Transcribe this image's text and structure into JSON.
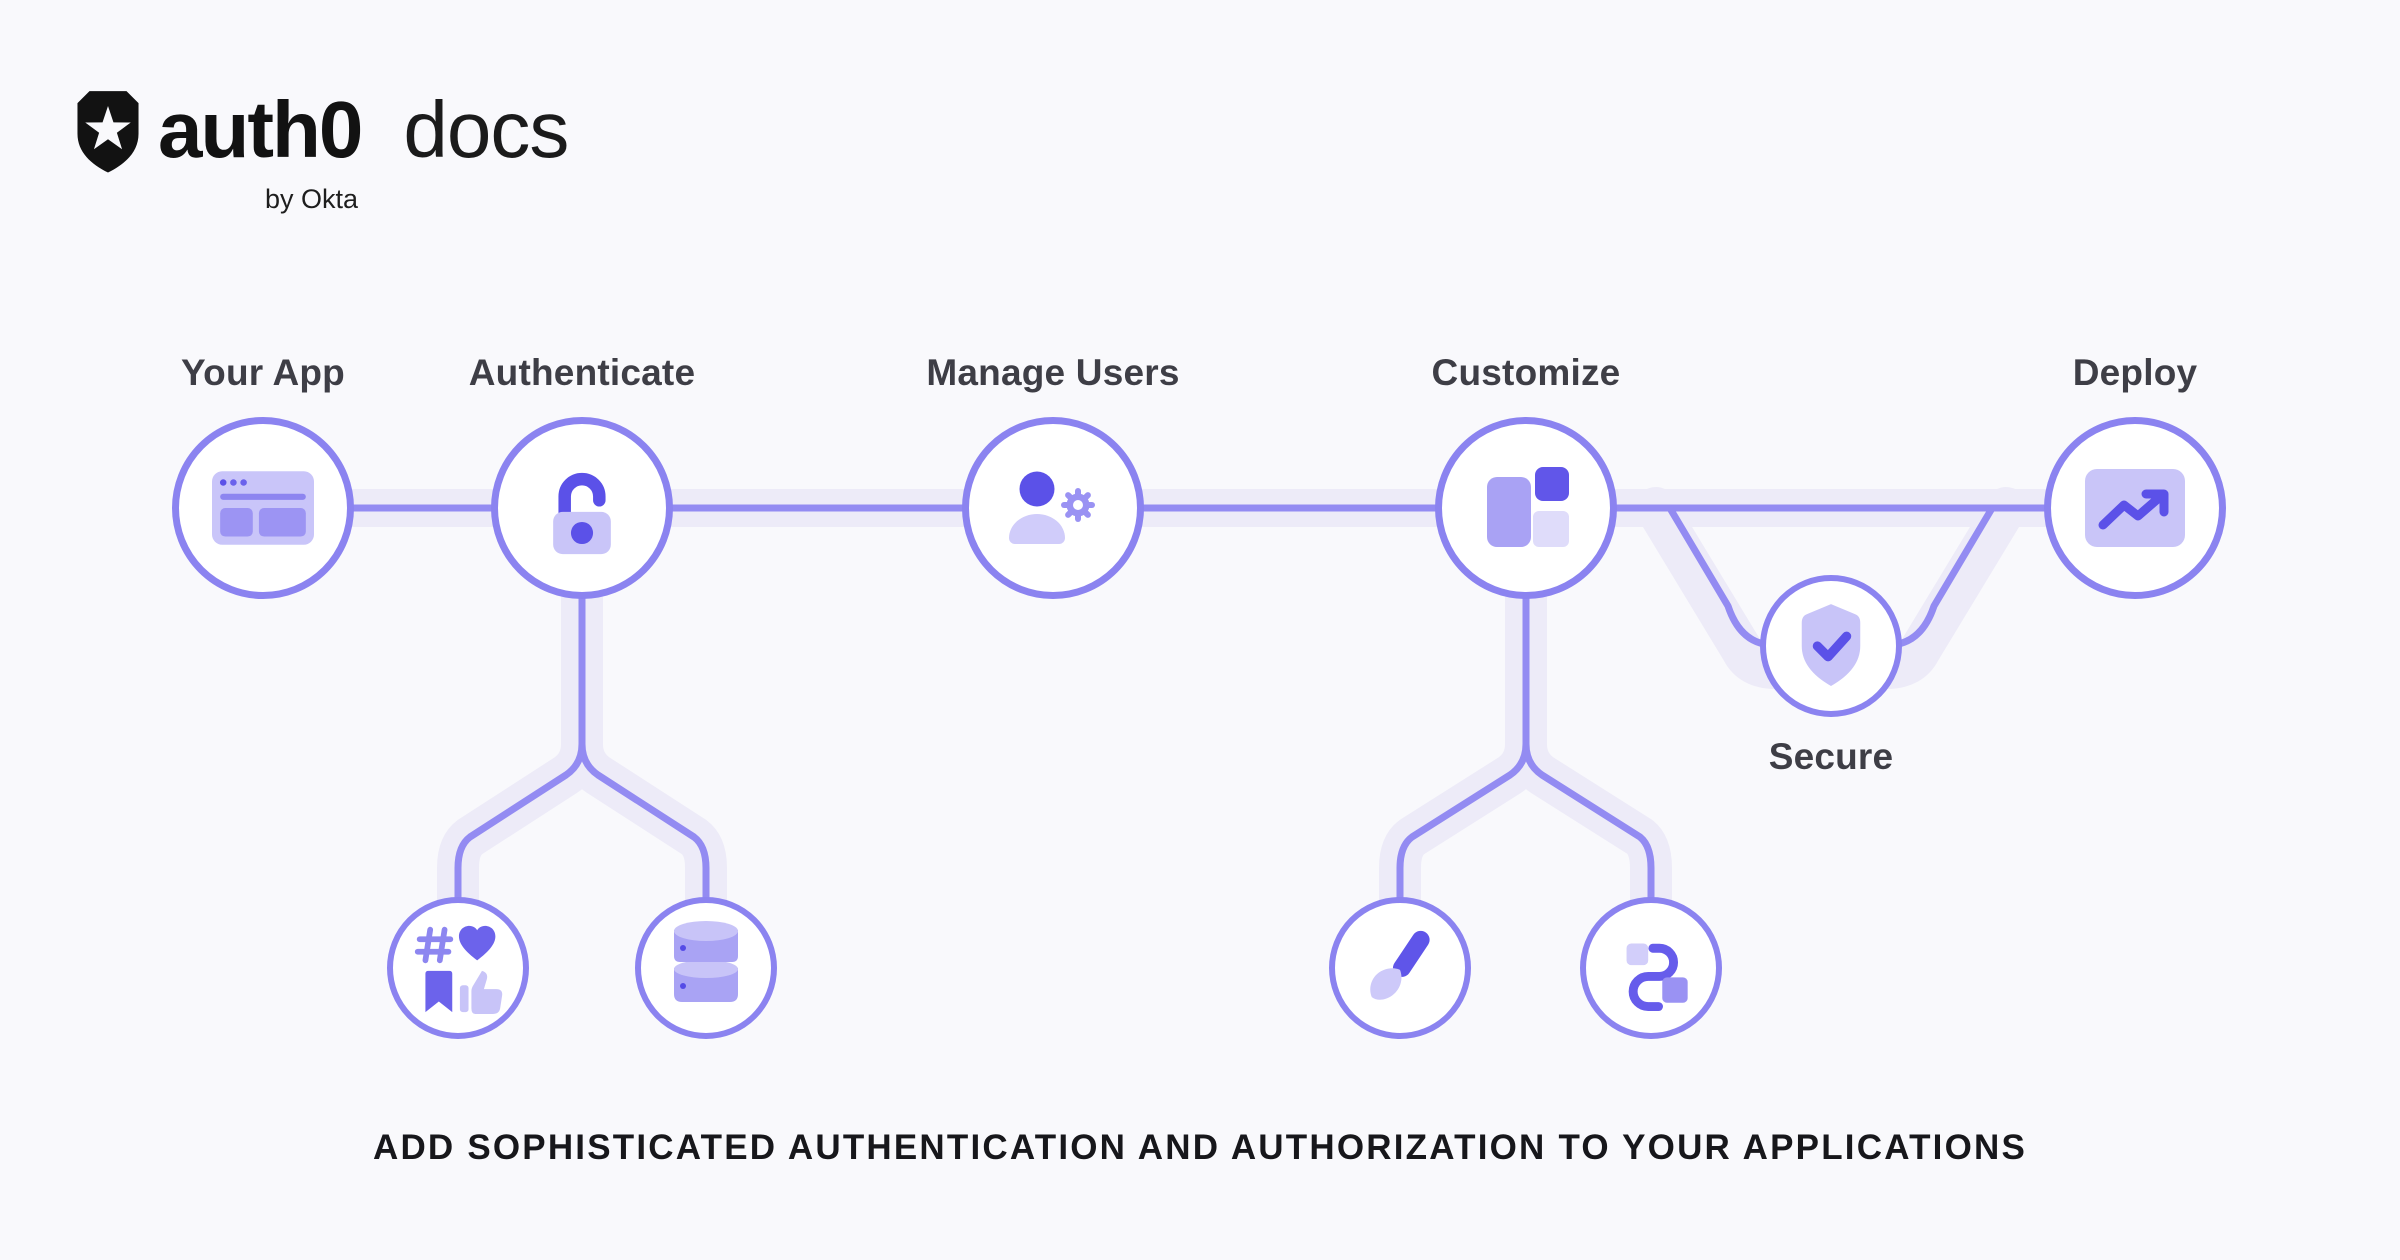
{
  "page": {
    "background": "#F9F9FC"
  },
  "logo": {
    "brand": "auth0",
    "product": "docs",
    "byline": "by Okta"
  },
  "flow": {
    "nodes": {
      "your_app": {
        "label": "Your App",
        "icon": "browser-window-icon"
      },
      "authenticate": {
        "label": "Authenticate",
        "icon": "open-padlock-icon"
      },
      "manage_users": {
        "label": "Manage Users",
        "icon": "user-gear-icon"
      },
      "customize": {
        "label": "Customize",
        "icon": "layout-blocks-icon"
      },
      "deploy": {
        "label": "Deploy",
        "icon": "trend-up-chart-icon"
      },
      "secure": {
        "label": "Secure",
        "icon": "shield-check-icon"
      }
    },
    "subnodes": {
      "social": {
        "icon": "social-engagement-icon"
      },
      "database": {
        "icon": "database-icon"
      },
      "branding": {
        "icon": "paintbrush-icon"
      },
      "actions": {
        "icon": "flow-route-icon"
      }
    }
  },
  "headline": {
    "text": "ADD SOPHISTICATED AUTHENTICATION AND AUTHORIZATION TO YOUR APPLICATIONS"
  },
  "colors": {
    "background": "#F9F9FC",
    "track": "#EDEBF8",
    "connector": "#938BF2",
    "circle_border": "#8B83F0",
    "icon_dark": "#5B51E8",
    "icon_medium": "#9A92F3",
    "icon_light": "#C9C5F8",
    "icon_faint": "#DFDCFA",
    "label_text": "#3E3E46",
    "headline_text": "#17171B",
    "logo_text": "#121212"
  }
}
